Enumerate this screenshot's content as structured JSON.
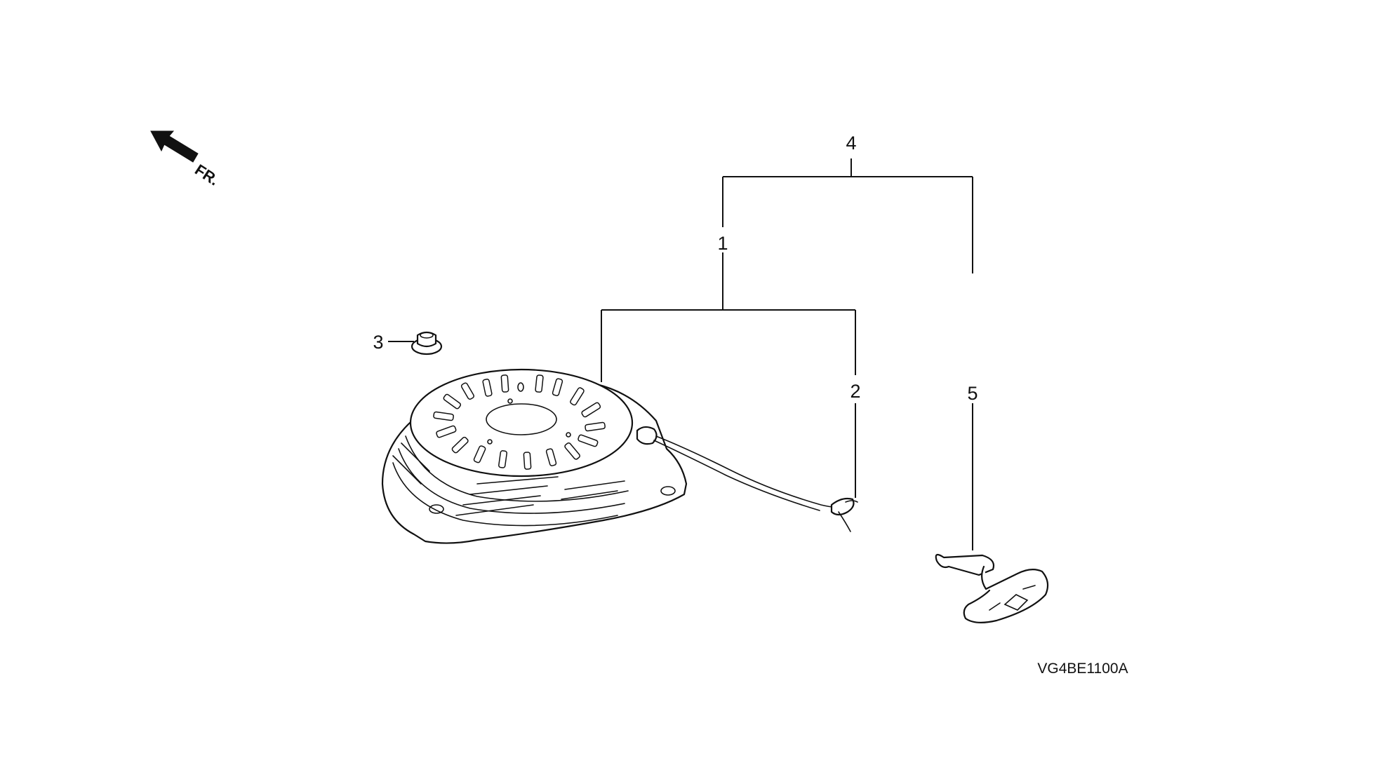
{
  "orientation": {
    "label": "FR.",
    "icon": "front-direction-arrow-icon"
  },
  "callouts": {
    "c1": "1",
    "c2": "2",
    "c3": "3",
    "c4": "4",
    "c5": "5"
  },
  "diagram_code": "VG4BE1100A",
  "parts_icons": {
    "p1": "recoil-starter-icon",
    "p2": "starter-rope-icon",
    "p3": "flange-nut-icon",
    "p5": "starter-grip-icon"
  }
}
